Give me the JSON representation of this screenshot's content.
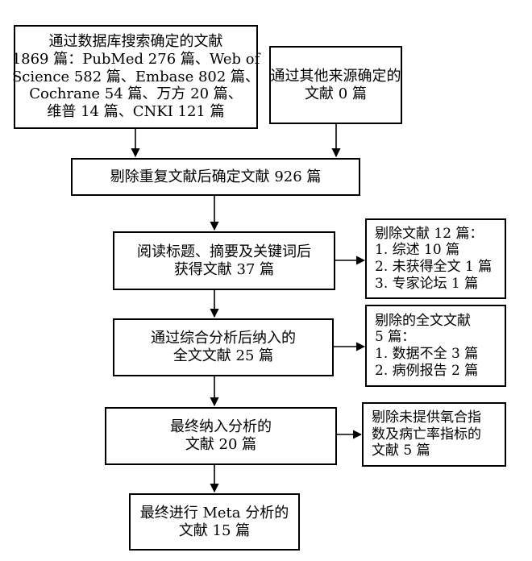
{
  "source_box": {
    "lines": [
      "通过数据库搜索确定的文献",
      "1869 篇：PubMed 276 篇、Web of",
      "Science 582 篇、Embase 802 篇、",
      "Cochrane 54 篇、万方 20 篇、",
      "维普 14 篇、CNKI 121 篇"
    ]
  },
  "other_source_box": {
    "lines": [
      "通过其他来源确定的",
      "文献 0 篇"
    ]
  },
  "dedup_box": {
    "lines": [
      "剔除重复文献后确定文献 926 篇"
    ]
  },
  "screen_box": {
    "lines": [
      "阅读标题、摘要及关键词后",
      "获得文献 37 篇"
    ]
  },
  "exclude_screen_box": {
    "lines": [
      "剔除文献 12 篇：",
      "1.  综述 10 篇",
      "2.  未获得全文 1 篇",
      "3.  专家论坛 1 篇"
    ]
  },
  "fulltext_box": {
    "lines": [
      "通过综合分析后纳入的",
      "全文文献 25 篇"
    ]
  },
  "exclude_fulltext_box": {
    "lines": [
      "剔除的全文文献",
      "5 篇：",
      "1.  数据不全 3 篇",
      "2.  病例报告 2 篇"
    ]
  },
  "included_box": {
    "lines": [
      "最终纳入分析的",
      "文献 20 篇"
    ]
  },
  "exclude_included_box": {
    "lines": [
      "剔除未提供氧合指",
      "数及病亡率指标的",
      "文献 5 篇"
    ]
  },
  "meta_box": {
    "lines": [
      "最终进行 Meta 分析的",
      "文献 15 篇"
    ]
  }
}
